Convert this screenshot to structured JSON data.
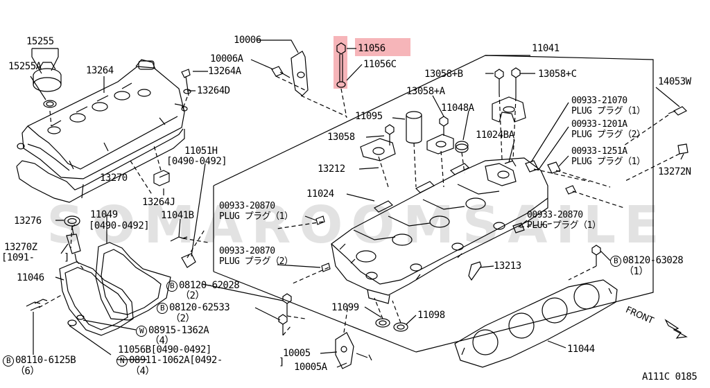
{
  "diagram_code": "A111C 0185",
  "watermark": "SOMAROOMSAILE",
  "front_label": "FRONT",
  "labels": {
    "p15255": "15255",
    "p15255A": "15255A",
    "p13264": "13264",
    "p10006": "10006",
    "p10006A": "10006A",
    "p13264A": "13264A",
    "p13264D": "13264D",
    "p11056": "11056",
    "p11056C": "11056C",
    "p11041": "11041",
    "p14053W": "14053W",
    "p13058B": "13058+B",
    "p13058C": "13058+C",
    "p13058A": "13058+A",
    "p11048A": "11048A",
    "p00933_21070": "00933-21070",
    "plug1_a": "PLUG プラグ（1）",
    "p00933_1201A": "00933-1201A",
    "plug2_a": "PLUG プラグ（2）",
    "p11095": "11095",
    "p13058": "13058",
    "p11024BA": "11024BA",
    "p00933_1251A": "00933-1251A",
    "plug1_b": "PLUG プラグ（1）",
    "p13272N": "13272N",
    "p11051H": "11051H",
    "p11051H_range": "[0490-0492]",
    "p13212": "13212",
    "p13270": "13270",
    "p13264J": "13264J",
    "p11024": "11024",
    "p00933_20870_a": "00933-20870",
    "plug1_c": "PLUG プラグ（1）",
    "p00933_20870_b": "00933-20870",
    "plug1_d": "PLUG プラグ（1）",
    "p13276": "13276",
    "p11049": "11049",
    "p11049_range": "[0490-0492]",
    "p11041B": "11041B",
    "p13270Z": "13270Z",
    "p13270Z_range": "[1091-",
    "p13270Z_close": "]",
    "p00933_20870_c": "00933-20870",
    "plug2_b": "PLUG プラグ（2）",
    "p13213": "13213",
    "p08120_63028": "08120-63028",
    "p08120_63028_qty": "（1）",
    "p11046": "11046",
    "p08120_62028": "08120-62028",
    "p08120_62028_qty": "（2）",
    "p08120_62533": "08120-62533",
    "p08120_62533_qty": "（2）",
    "p11099": "11099",
    "p11098": "11098",
    "p08915_1362A": "08915-1362A",
    "p08915_1362A_qty": "（4）",
    "p11056B": "11056B[0490-0492]",
    "p10005": "10005",
    "p10005A": "10005A",
    "p11044": "11044",
    "p08110_6125B": "08110-6125B",
    "p08110_6125B_qty": "（6）",
    "p08911_1062A": "08911-1062A[0492-",
    "p08911_1062A_qty": "（4）",
    "p08911_close": "]",
    "circle_B": "B",
    "circle_W": "W",
    "circle_N": "N"
  },
  "colors": {
    "highlight": "#f4a8ad",
    "ink": "#000000"
  }
}
